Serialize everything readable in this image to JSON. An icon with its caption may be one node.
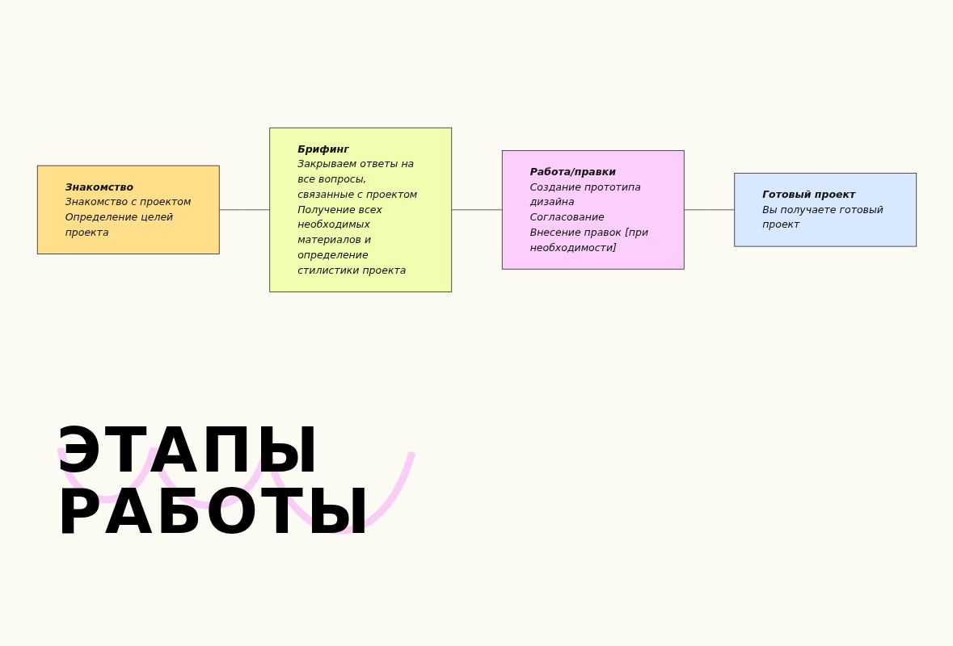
{
  "diagram": {
    "title": "ЭТАПЫ РАБОТЫ",
    "nodes": [
      {
        "text": [
          "Знакомство",
          "Знакомство с проектом",
          "Определение целей проекта"
        ]
      },
      {
        "text": [
          "Брифинг",
          "Закрываем ответы на все вопросы, связанные с проектом",
          "Получение всех необходимых материалов и определение стилистики проекта"
        ]
      },
      {
        "text": [
          "Работа/правки",
          "Создание прототипа дизайна",
          "Согласование",
          "Внесение правок [при необходимости]"
        ]
      },
      {
        "text": [
          "Готовый проект",
          "Вы получаете готовый проект"
        ]
      }
    ],
    "edges": [
      {
        "from": 0,
        "to": 1,
        "arrow": "none"
      },
      {
        "from": 1,
        "to": 2,
        "arrow": "none"
      },
      {
        "from": 2,
        "to": 3,
        "arrow": "none"
      }
    ]
  }
}
